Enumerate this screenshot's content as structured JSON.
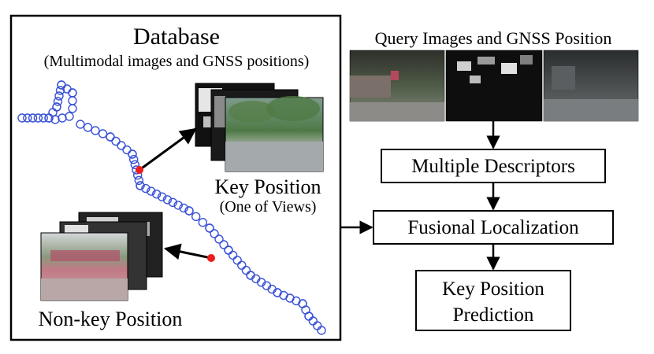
{
  "database": {
    "title": "Database",
    "subtitle": "(Multimodal images and GNSS positions)",
    "key_label": "Key Position",
    "key_sublabel": "(One of Views)",
    "nonkey_label": "Non-key Position"
  },
  "query": {
    "title": "Query Images and GNSS Position"
  },
  "pipeline": {
    "step1": "Multiple Descriptors",
    "step2": "Fusional Localization",
    "step3_line1": "Key Position",
    "step3_line2": "Prediction"
  },
  "colors": {
    "trajectory": "#3a52d6",
    "key_marker": "#ee1c1c",
    "stroke": "#000000"
  }
}
